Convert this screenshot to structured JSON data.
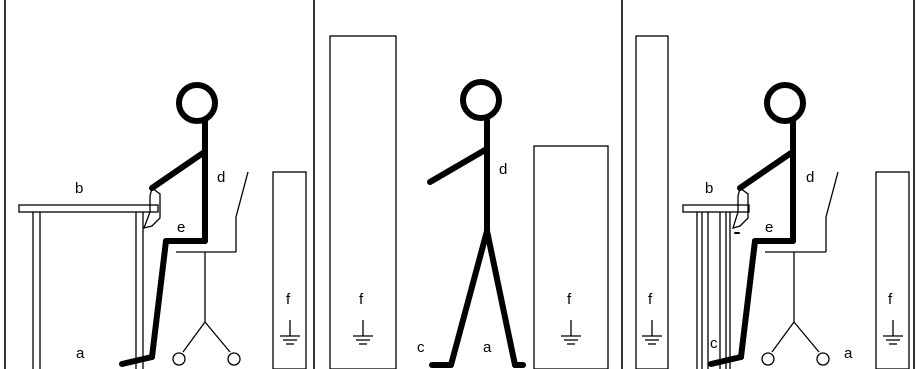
{
  "panels": [
    {
      "id": "sitting-at-desk",
      "labels": {
        "a": "a",
        "b": "b",
        "d": "d",
        "e": "e",
        "f": "f"
      }
    },
    {
      "id": "walking",
      "labels": {
        "c": "c",
        "a": "a",
        "d": "d",
        "f1": "f",
        "f2": "f"
      }
    },
    {
      "id": "sitting-at-desk-with-cabinets",
      "labels": {
        "b": "b",
        "c": "c",
        "d": "d",
        "e": "e",
        "a": "a",
        "f1": "f",
        "f2": "f"
      }
    }
  ]
}
